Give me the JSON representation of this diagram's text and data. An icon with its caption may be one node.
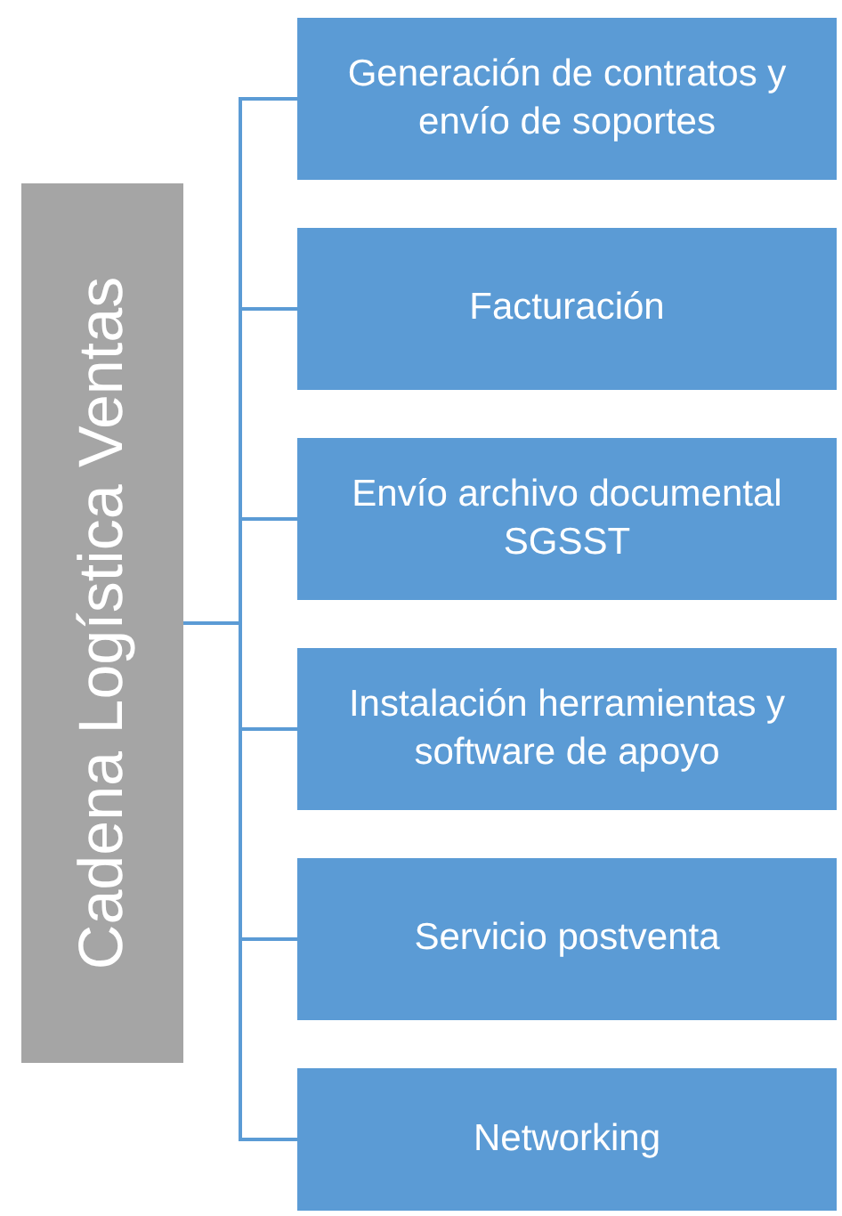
{
  "diagram": {
    "nodes": [
      {
        "text": [
          "Cadena Logística Ventas"
        ]
      },
      {
        "text": [
          "Generación de contratos y envío de soportes"
        ]
      },
      {
        "text": [
          "Facturación"
        ]
      },
      {
        "text": [
          "Envío archivo documental SGSST"
        ]
      },
      {
        "text": [
          "Instalación herramientas y software de apoyo"
        ]
      },
      {
        "text": [
          "Servicio postventa"
        ]
      },
      {
        "text": [
          "Networking"
        ]
      }
    ],
    "edges": [
      {
        "from": 0,
        "to": 1,
        "arrow": "none"
      },
      {
        "from": 0,
        "to": 2,
        "arrow": "none"
      },
      {
        "from": 0,
        "to": 3,
        "arrow": "none"
      },
      {
        "from": 0,
        "to": 4,
        "arrow": "none"
      },
      {
        "from": 0,
        "to": 5,
        "arrow": "none"
      },
      {
        "from": 0,
        "to": 6,
        "arrow": "none"
      }
    ]
  }
}
